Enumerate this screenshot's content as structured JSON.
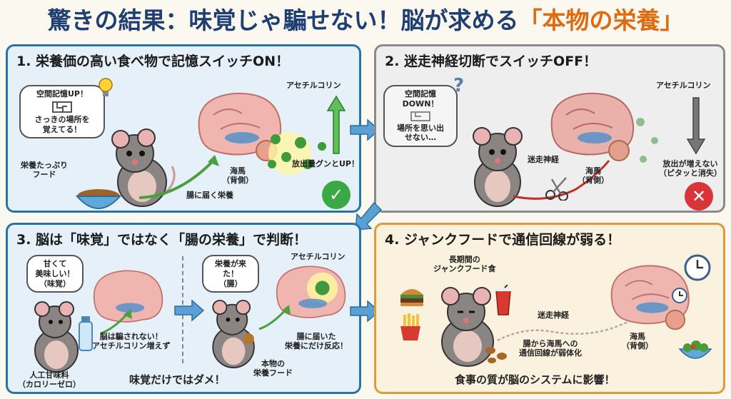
{
  "title": {
    "part1": "驚きの結果：味覚じゃ騙せない！",
    "part2": "脳が求める",
    "part3": "「本物の栄養」"
  },
  "panel1": {
    "heading": "1. 栄養価の高い食べ物で記憶スイッチON！",
    "bubble_line1": "空間記憶UP！",
    "bubble_line2": "さっきの場所を",
    "bubble_line3": "覚えてる！",
    "food_label_line1": "栄養たっぷり",
    "food_label_line2": "フード",
    "gut_label": "腸に届く栄養",
    "hippo_line1": "海馬",
    "hippo_line2": "（背側）",
    "ach_label": "アセチルコリン",
    "release_label": "放出量グンとUP！"
  },
  "panel2": {
    "heading": "2. 迷走神経切断でスイッチOFF！",
    "bubble_line1": "空間記憶DOWN！",
    "bubble_line2": "場所を思い出",
    "bubble_line3": "せない…",
    "nerve_label": "迷走神経",
    "hippo_line1": "海馬",
    "hippo_line2": "（背側）",
    "ach_label": "アセチルコリン",
    "release_line1": "放出が増えない",
    "release_line2": "（ピタッと消失）"
  },
  "panel3": {
    "heading": "3. 脳は「味覚」ではなく「腸の栄養」で判断！",
    "bubble_a_line1": "甘くて",
    "bubble_a_line2": "美味しい！",
    "bubble_a_line3": "（味覚）",
    "caption_a_line1": "脳は騙されない！",
    "caption_a_line2": "アセチルコリン増えず",
    "sweetener_line1": "人工甘味料",
    "sweetener_line2": "（カロリーゼロ）",
    "bubble_b_line1": "栄養が来た！",
    "bubble_b_line2": "（腸）",
    "ach_label": "アセチルコリン",
    "caption_b_line1": "腸に届いた",
    "caption_b_line2": "栄養にだけ反応！",
    "real_food_line1": "本物の",
    "real_food_line2": "栄養フード",
    "footer": "味覚だけではダメ！"
  },
  "panel4": {
    "heading": "4. ジャンクフードで通信回線が弱る！",
    "junk_line1": "長期間の",
    "junk_line2": "ジャンクフード食",
    "nerve_label": "迷走神経",
    "weak_line1": "腸から海馬への",
    "weak_line2": "通信回線が弱体化",
    "hippo_line1": "海馬",
    "hippo_line2": "（背側）",
    "footer": "食事の質が脳のシステムに影響！"
  },
  "colors": {
    "title_blue": "#1f3f73",
    "title_orange": "#e06a10",
    "check_green": "#3aa845",
    "cross_red": "#d9343a",
    "ach_green": "#3f9a3c"
  }
}
